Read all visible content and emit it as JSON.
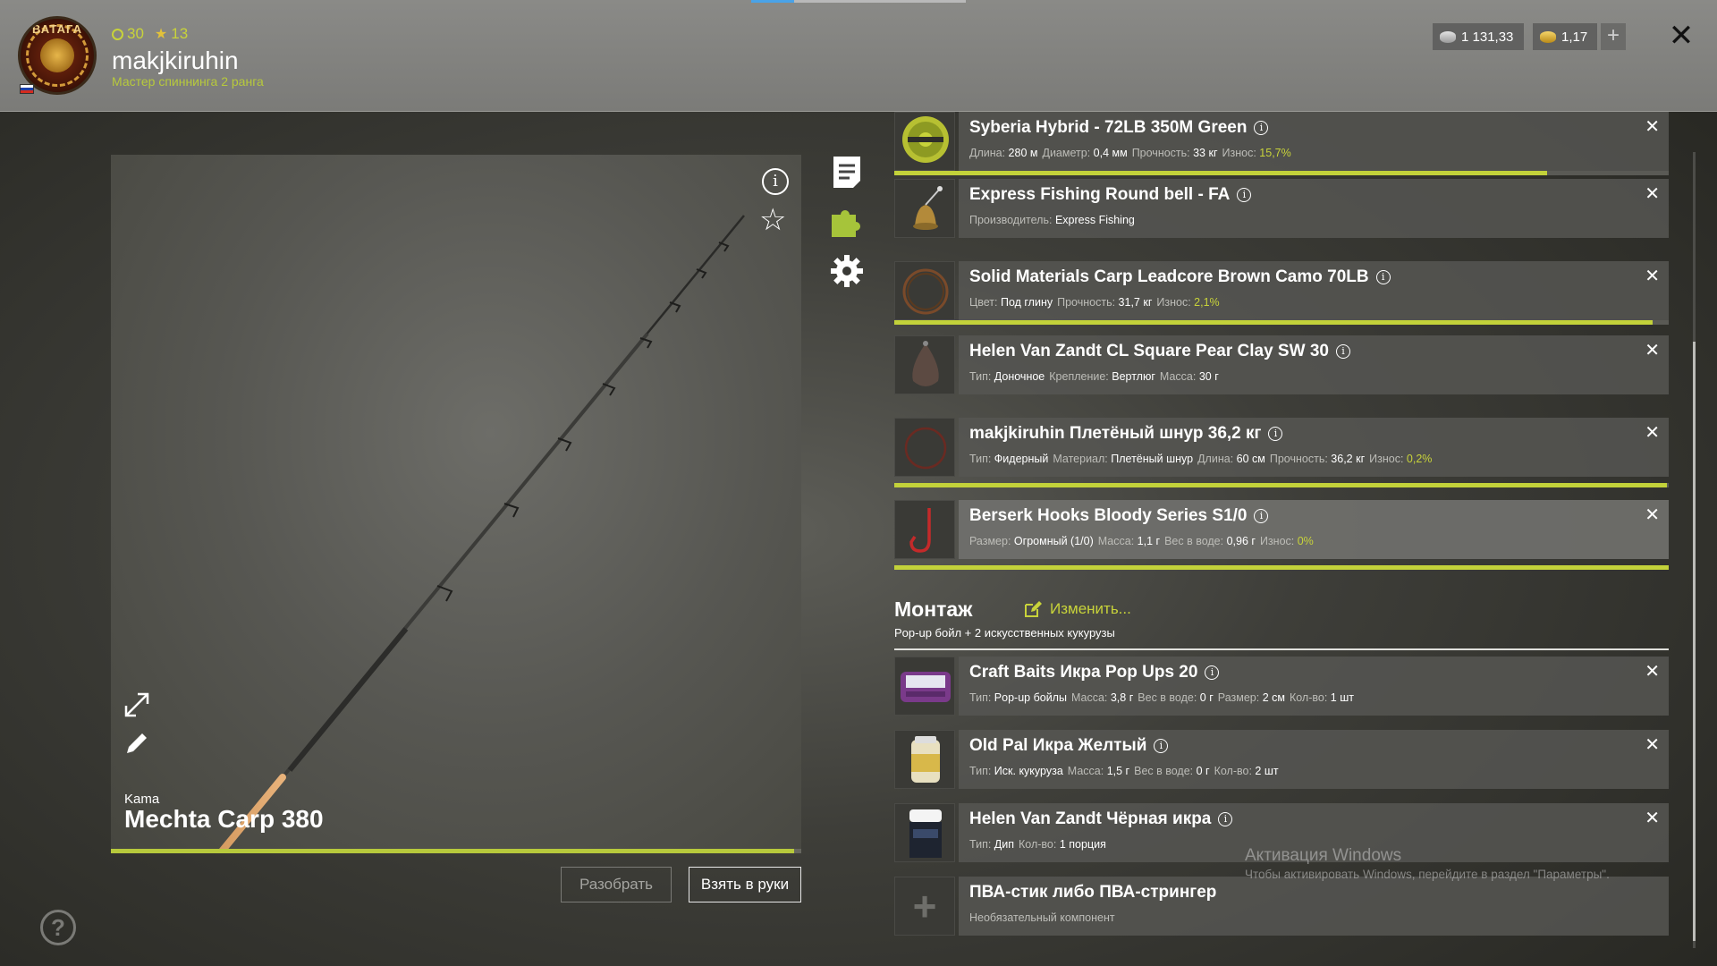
{
  "player": {
    "level_icon": "circle-icon",
    "level": "30",
    "stars_icon": "star-icon",
    "stars": "13",
    "username": "makjkiruhin",
    "rank": "Мастер спиннинга 2 ранга",
    "avatar_text": "ВАТАГА"
  },
  "currency": {
    "silver": "1 131,33",
    "gold": "1,17",
    "add_label": "+"
  },
  "rod": {
    "brand": "Kama",
    "name": "Mechta Carp 380",
    "condition": 0.99
  },
  "buttons": {
    "disassemble": "Разобрать",
    "take": "Взять в руки"
  },
  "tackle": [
    {
      "name": "Syberia Hybrid - 72LB 350M Green",
      "props": [
        [
          "Длина:",
          "280 м"
        ],
        [
          "Диаметр:",
          "0,4 мм"
        ],
        [
          "Прочность:",
          "33 кг"
        ],
        [
          "Износ:",
          "15,7%"
        ]
      ],
      "wear_remaining": 0.843
    },
    {
      "name": "Express Fishing Round bell - FA",
      "props": [
        [
          "Производитель:",
          "Express Fishing"
        ]
      ]
    },
    {
      "name": "Solid Materials Carp Leadcore Brown Camo 70LB",
      "props": [
        [
          "Цвет:",
          "Под глину"
        ],
        [
          "Прочность:",
          "31,7 кг"
        ],
        [
          "Износ:",
          "2,1%"
        ]
      ],
      "wear_remaining": 0.979
    },
    {
      "name": "Helen Van Zandt CL Square Pear Clay SW 30",
      "props": [
        [
          "Тип:",
          "Доночное"
        ],
        [
          "Крепление:",
          "Вертлюг"
        ],
        [
          "Масса:",
          "30 г"
        ]
      ]
    },
    {
      "name": "makjkiruhin Плетёный шнур 36,2 кг",
      "props": [
        [
          "Тип:",
          "Фидерный"
        ],
        [
          "Материал:",
          "Плетёный шнур"
        ],
        [
          "Длина:",
          "60 см"
        ],
        [
          "Прочность:",
          "36,2 кг"
        ],
        [
          "Износ:",
          "0,2%"
        ]
      ],
      "wear_remaining": 0.998
    },
    {
      "name": "Berserk Hooks Bloody Series S1/0",
      "props": [
        [
          "Размер:",
          "Огромный (1/0)"
        ],
        [
          "Масса:",
          "1,1 г"
        ],
        [
          "Вес в воде:",
          "0,96 г"
        ],
        [
          "Износ:",
          "0%"
        ]
      ],
      "wear_remaining": 1.0
    }
  ],
  "montage": {
    "title": "Монтаж",
    "edit_label": "Изменить...",
    "subtitle": "Pop-up бойл  +  2 искусственных кукурузы"
  },
  "baits": [
    {
      "name": "Craft Baits Икра Pop Ups 20",
      "props": [
        [
          "Тип:",
          "Pop-up бойлы"
        ],
        [
          "Масса:",
          "3,8 г"
        ],
        [
          "Вес в воде:",
          "0 г"
        ],
        [
          "Размер:",
          "2 см"
        ],
        [
          "Кол-во:",
          "1 шт"
        ]
      ]
    },
    {
      "name": "Old Pal Икра Желтый",
      "props": [
        [
          "Тип:",
          "Иск. кукуруза"
        ],
        [
          "Масса:",
          "1,5 г"
        ],
        [
          "Вес в воде:",
          "0 г"
        ],
        [
          "Кол-во:",
          "2 шт"
        ]
      ]
    },
    {
      "name": "Helen Van Zandt Чёрная икра",
      "props": [
        [
          "Тип:",
          "Дип"
        ],
        [
          "Кол-во:",
          "1 порция"
        ]
      ]
    }
  ],
  "optional": {
    "name": "ПВА-стик либо ПВА-стрингер",
    "note": "Необязательный компонент"
  },
  "watermark": {
    "line1": "Активация Windows",
    "line2": "Чтобы активировать Windows, перейдите в раздел \"Параметры\"."
  },
  "colors": {
    "accent": "#c8d33a",
    "header_bg": "#7e7e7b",
    "item_bg": "#565652"
  }
}
